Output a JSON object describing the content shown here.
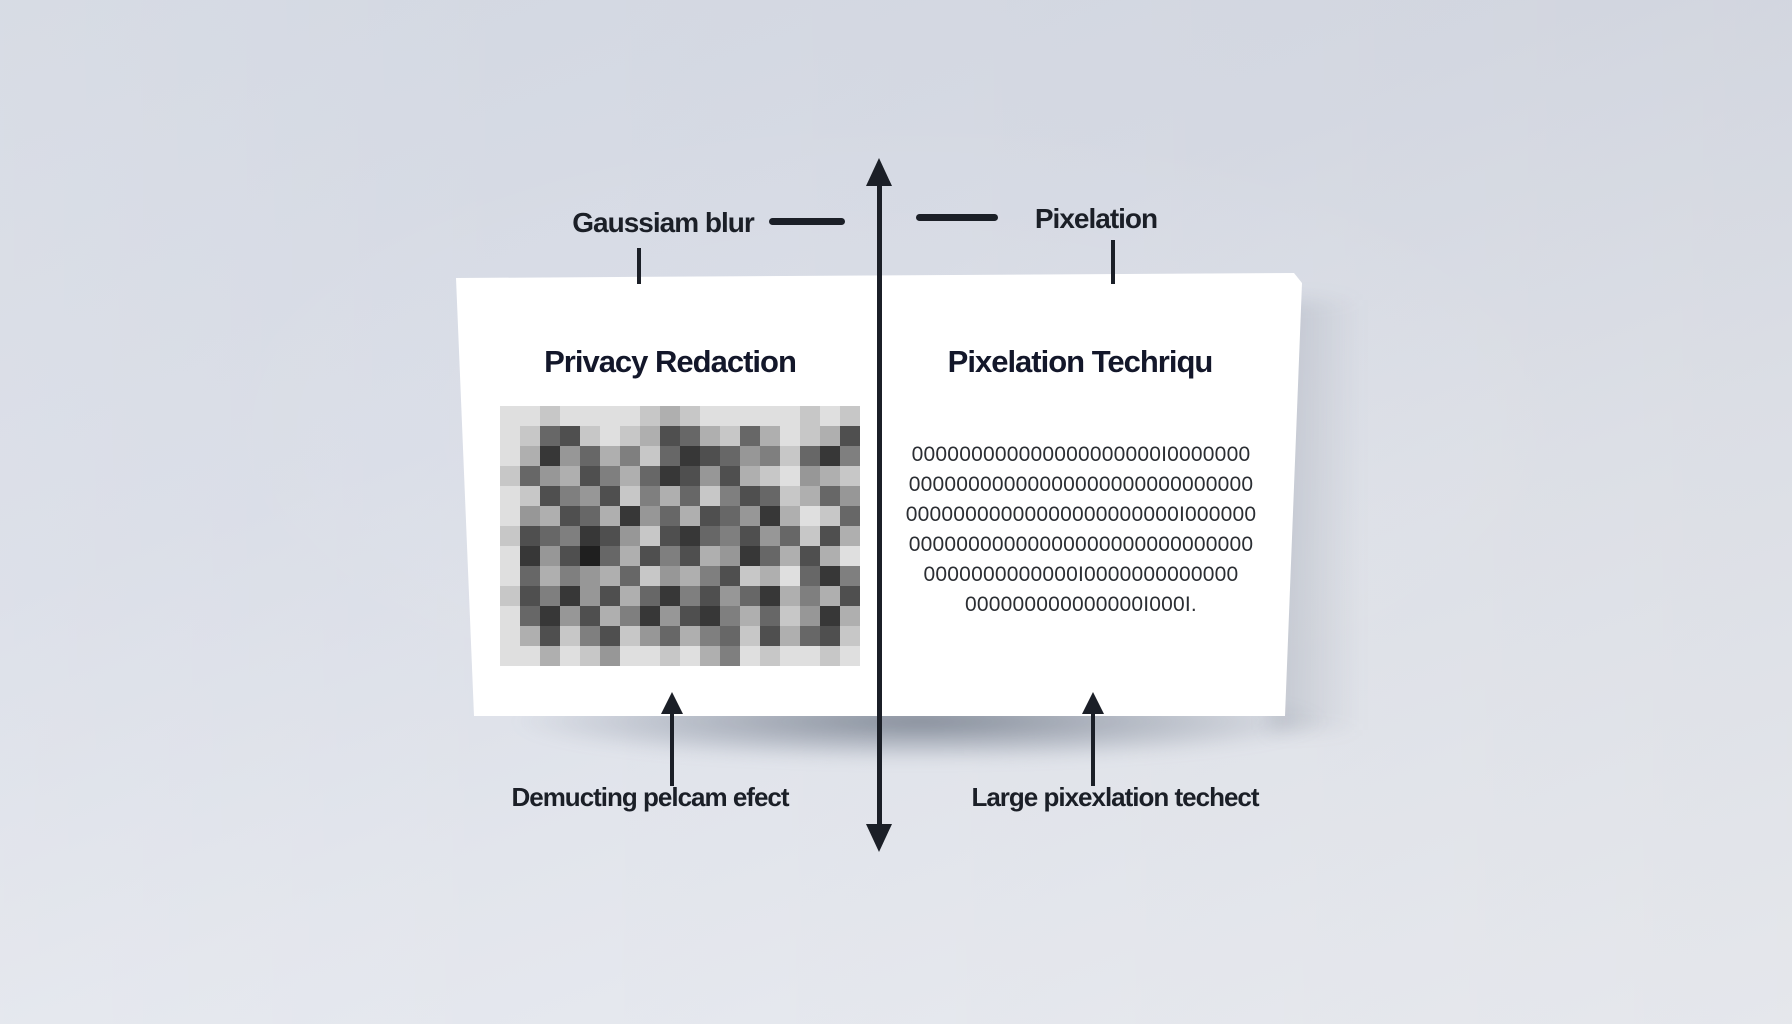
{
  "top_annotations": {
    "left_label": "Gaussiam blur",
    "right_label": "Pixelation"
  },
  "card": {
    "left_panel": {
      "title": "Privacy Redaction",
      "mosaic": {
        "rows": 13,
        "cols": 18,
        "cells": [
          [
            1,
            1,
            2,
            1,
            1,
            1,
            1,
            2,
            3,
            2,
            1,
            1,
            1,
            1,
            1,
            2,
            1,
            2
          ],
          [
            1,
            2,
            6,
            7,
            2,
            1,
            2,
            3,
            7,
            6,
            3,
            2,
            6,
            3,
            1,
            2,
            3,
            7
          ],
          [
            1,
            3,
            8,
            4,
            6,
            3,
            5,
            2,
            6,
            8,
            7,
            6,
            4,
            5,
            2,
            6,
            8,
            5
          ],
          [
            2,
            6,
            4,
            3,
            7,
            5,
            3,
            6,
            8,
            7,
            4,
            7,
            3,
            2,
            1,
            4,
            3,
            2
          ],
          [
            1,
            2,
            7,
            5,
            4,
            7,
            2,
            5,
            3,
            6,
            2,
            5,
            7,
            6,
            2,
            3,
            6,
            4
          ],
          [
            1,
            4,
            3,
            7,
            6,
            3,
            8,
            4,
            6,
            3,
            7,
            6,
            4,
            8,
            3,
            1,
            2,
            6
          ],
          [
            2,
            7,
            6,
            5,
            8,
            7,
            4,
            2,
            7,
            8,
            6,
            5,
            7,
            4,
            6,
            2,
            7,
            3
          ],
          [
            1,
            8,
            4,
            7,
            9,
            6,
            3,
            7,
            5,
            7,
            3,
            4,
            8,
            6,
            3,
            7,
            3,
            1
          ],
          [
            1,
            6,
            3,
            5,
            4,
            3,
            6,
            2,
            4,
            3,
            5,
            7,
            2,
            3,
            1,
            6,
            8,
            5
          ],
          [
            2,
            7,
            5,
            8,
            4,
            7,
            3,
            6,
            8,
            5,
            7,
            4,
            6,
            8,
            3,
            5,
            3,
            7
          ],
          [
            1,
            6,
            8,
            4,
            7,
            3,
            5,
            8,
            4,
            7,
            8,
            5,
            3,
            6,
            2,
            4,
            8,
            3
          ],
          [
            1,
            3,
            7,
            2,
            5,
            7,
            2,
            4,
            6,
            3,
            5,
            6,
            2,
            7,
            3,
            6,
            7,
            2
          ],
          [
            1,
            1,
            3,
            1,
            2,
            4,
            1,
            1,
            2,
            1,
            3,
            5,
            1,
            2,
            1,
            1,
            2,
            1
          ]
        ]
      }
    },
    "right_panel": {
      "title": "Pixelation Techriqu",
      "zero_lines": [
        "000000000000000000000I0000000",
        "00000000000000000000000000000",
        "00000000000000000000000I000000",
        "00000000000000000000000000000",
        "0000000000000I0000000000000",
        "000000000000000I000I."
      ]
    }
  },
  "bottom_annotations": {
    "left_label": "Demucting pelcam efect",
    "right_label": "Large pixexlation techect"
  },
  "colors": {
    "ink": "#1b1f27",
    "heading": "#13172a",
    "zeros": "#2b2e33",
    "card": "#ffffff",
    "bg_top": "#d2d7e1",
    "bg_bottom": "#eceef3"
  }
}
